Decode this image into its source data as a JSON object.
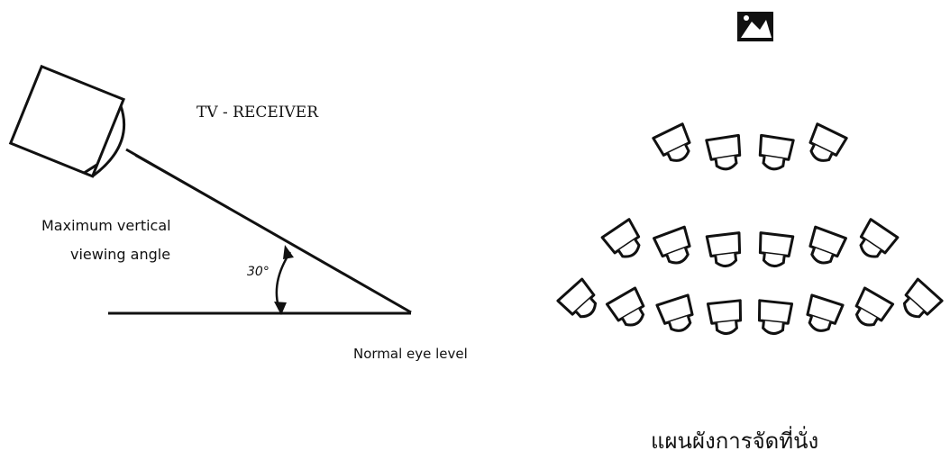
{
  "left_diagram": {
    "tv_receiver_label": "TV - RECEIVER",
    "max_angle_line1": "Maximum vertical",
    "max_angle_line2": "viewing angle",
    "angle_label": "30°",
    "eye_level_label": "Normal eye level"
  },
  "right_diagram": {
    "caption": "แผนผังการจัดที่นั่ง",
    "seat_rows": [
      4,
      6,
      8
    ],
    "icon": "tv-screen-icon"
  },
  "colors": {
    "ink": "#111111",
    "background": "#ffffff"
  }
}
